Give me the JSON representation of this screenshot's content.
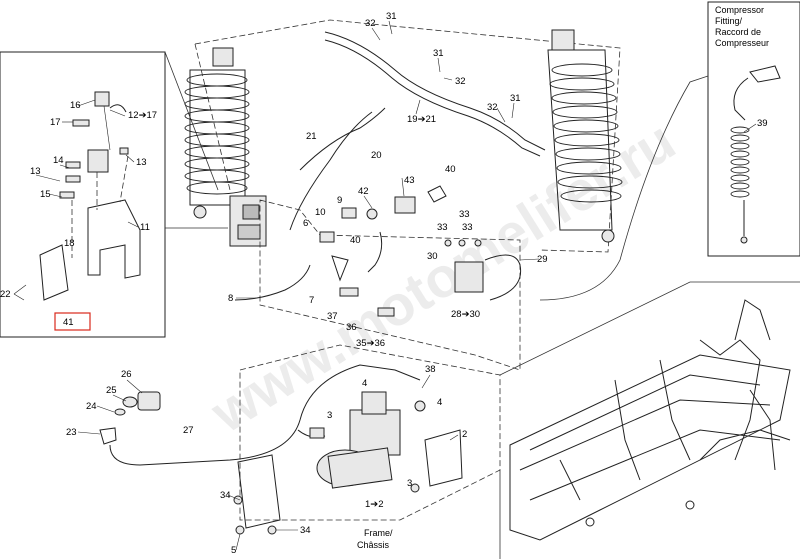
{
  "callouts": {
    "c1_2": "1➔2",
    "c2": "2",
    "c3a": "3",
    "c3b": "3",
    "c4a": "4",
    "c4b": "4",
    "c5": "5",
    "c6": "6",
    "c7": "7",
    "c8": "8",
    "c9": "9",
    "c10": "10",
    "c11": "11",
    "c12_17": "12➔17",
    "c13a": "13",
    "c13b": "13",
    "c14": "14",
    "c15": "15",
    "c16": "16",
    "c17": "17",
    "c18": "18",
    "c19_21": "19➔21",
    "c20": "20",
    "c21": "21",
    "c22": "22",
    "c23": "23",
    "c24": "24",
    "c25": "25",
    "c26": "26",
    "c27": "27",
    "c28_30": "28➔30",
    "c29": "29",
    "c30": "30",
    "c31a": "31",
    "c31b": "31",
    "c31c": "31",
    "c32a": "32",
    "c32b": "32",
    "c32c": "32",
    "c33a": "33",
    "c33b": "33",
    "c33c": "33",
    "c34a": "34",
    "c34b": "34",
    "c35_36": "35➔36",
    "c36": "36",
    "c37": "37",
    "c38": "38",
    "c39": "39",
    "c40a": "40",
    "c40b": "40",
    "c41": "41",
    "c42": "42",
    "c43": "43"
  },
  "compressor_fitting": {
    "line1": "Compressor",
    "line2": "Fitting/",
    "line3": "Raccord de",
    "line4": "Compresseur"
  },
  "frame_label": {
    "line1": "Frame/",
    "line2": "Châssis"
  },
  "watermark": "www.motomelifer.ru",
  "colors": {
    "highlight_box": "#d9281c",
    "line": "#222222"
  }
}
